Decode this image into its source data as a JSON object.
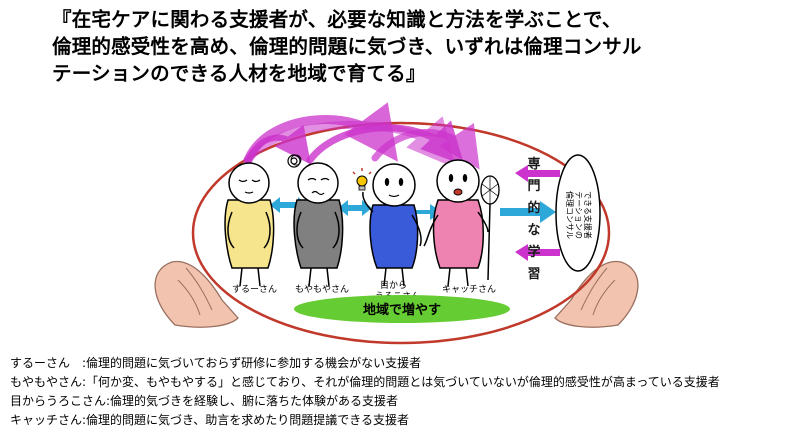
{
  "title": {
    "line1": "『在宅ケアに関わる支援者が、必要な知識と方法を学ぶことで、",
    "line2": "倫理的感受性を高め、倫理的問題に気づき、いずれは倫理コンサル",
    "line3": "テーションのできる人材を地域で育てる』"
  },
  "diagram": {
    "figures": [
      {
        "label": "するーさん",
        "color": "#f6e58d"
      },
      {
        "label": "もやもやさん",
        "color": "#808080"
      },
      {
        "label_line1": "目から",
        "label_line2": "うろこさん",
        "color": "#3a5bd9"
      },
      {
        "label": "キャッチさん",
        "color": "#ee82b0"
      }
    ],
    "vertical_text": [
      "専",
      "門",
      "的",
      "な",
      "学",
      "習"
    ],
    "consult_text": [
      "できる支援者",
      "テーションの",
      "倫理コンサル"
    ],
    "bottom_label": "地域で増やす",
    "colors": {
      "ellipse": "#c0392b",
      "arrow_magenta": "#cc33cc",
      "arrow_blue": "#2ea8d8",
      "green": "#66cc33",
      "hand": "#f2c4b0"
    }
  },
  "legend": {
    "item1": "するーさん　:倫理的問題に気づいておらず研修に参加する機会がない支援者",
    "item2": "もやもやさん:「何か変、もやもやする」と感じており、それが倫理的問題とは気づいていないが倫理的感受性が高まっている支援者",
    "item3": "目からうろこさん:倫理的気づきを経験し、腑に落ちた体験がある支援者",
    "item4": "キャッチさん:倫理的問題に気づき、助言を求めたり問題提議できる支援者"
  }
}
